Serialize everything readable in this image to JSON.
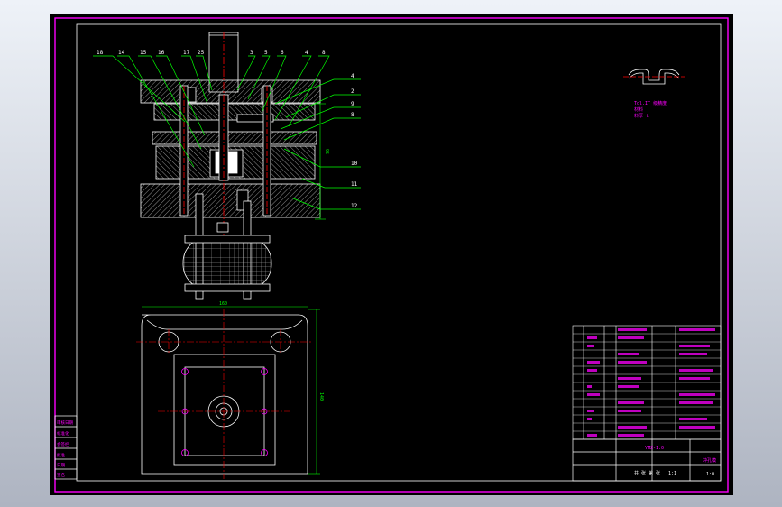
{
  "colors": {
    "background": "#000000",
    "frame": "#ff00ff",
    "geometry": "#ffffff",
    "leaders": "#00ff00",
    "centerlines": "#ff0000",
    "text_magenta": "#ff00ff",
    "text_white": "#ffffff"
  },
  "view": {
    "left_balloons": [
      "18",
      "14",
      "15",
      "16",
      "17",
      "25"
    ],
    "top_balloons": [
      "3",
      "5",
      "6",
      "4",
      "8"
    ],
    "right_balloons": [
      "4",
      "2",
      "9",
      "8",
      "10",
      "11",
      "12"
    ],
    "dim_height": "95",
    "dim_plan_width": "160",
    "dim_plan_height": "140"
  },
  "part_sketch": {
    "label_lines": [
      "Tol.IT 级精度",
      "材料",
      "料厚 t"
    ]
  },
  "side_table": {
    "rows": [
      "审核日期",
      "标准化",
      "会签栏",
      "批准",
      "日期",
      "签名"
    ]
  },
  "title_block": {
    "drawing_no": "YMZ-1.0",
    "title": "冲孔模",
    "scale": "1:1",
    "sheet": "共 张 第 张",
    "total": "1:0"
  }
}
